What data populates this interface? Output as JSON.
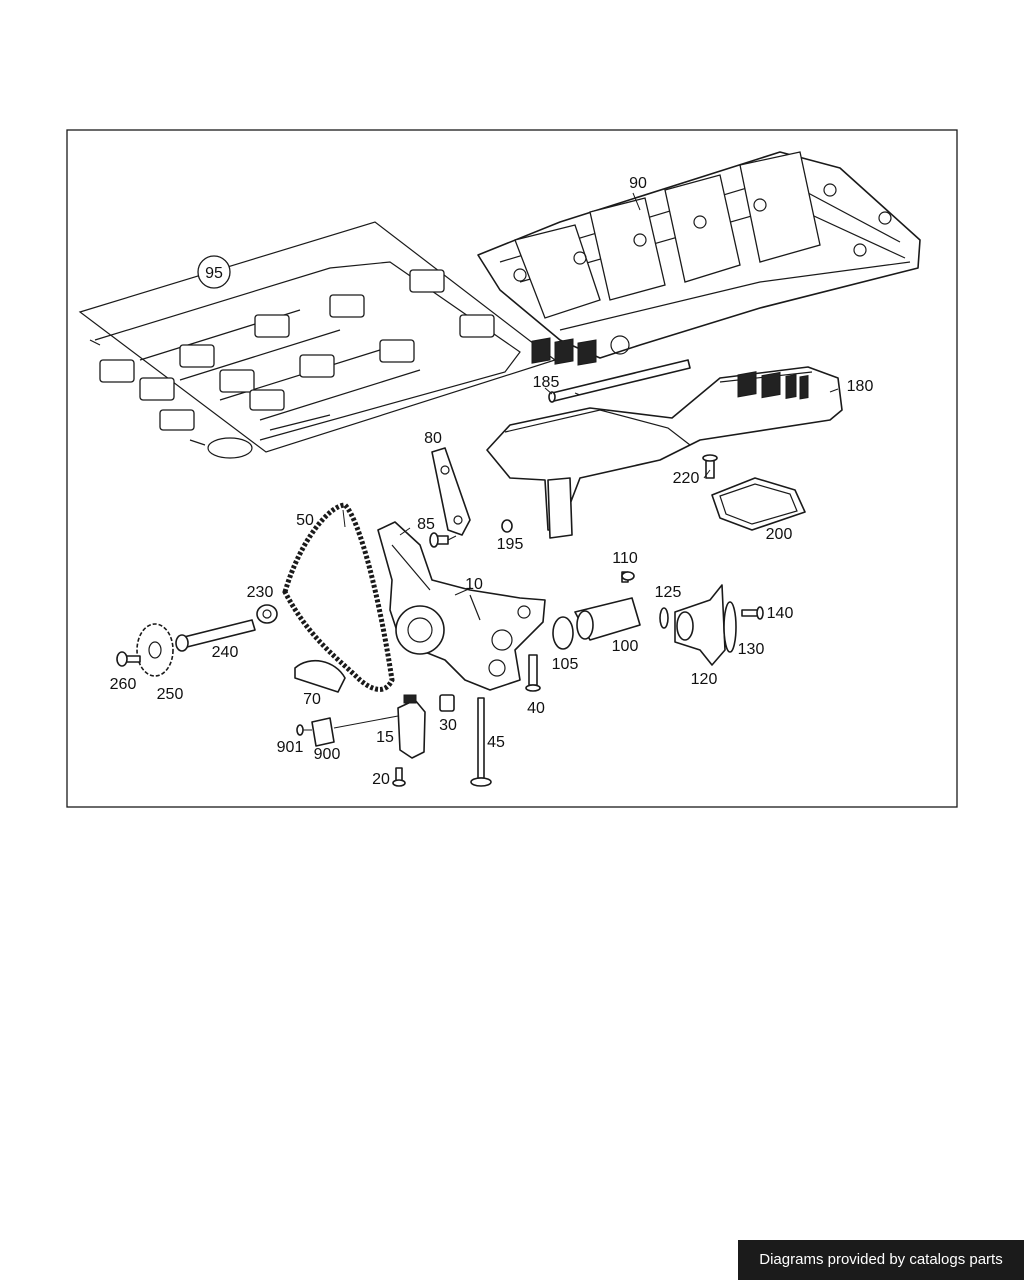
{
  "labels": {
    "p95": "95",
    "p90": "90",
    "p185": "185",
    "p180": "180",
    "p80": "80",
    "p220": "220",
    "p50": "50",
    "p85": "85",
    "p195": "195",
    "p200": "200",
    "p110": "110",
    "p230": "230",
    "p10": "10",
    "p125": "125",
    "p140": "140",
    "p240": "240",
    "p100": "100",
    "p105": "105",
    "p130": "130",
    "p260": "260",
    "p250": "250",
    "p120": "120",
    "p70": "70",
    "p40": "40",
    "p30": "30",
    "p15": "15",
    "p45": "45",
    "p901": "901",
    "p900": "900",
    "p20": "20"
  },
  "footer": {
    "credit": "Diagrams provided by catalogs parts"
  }
}
